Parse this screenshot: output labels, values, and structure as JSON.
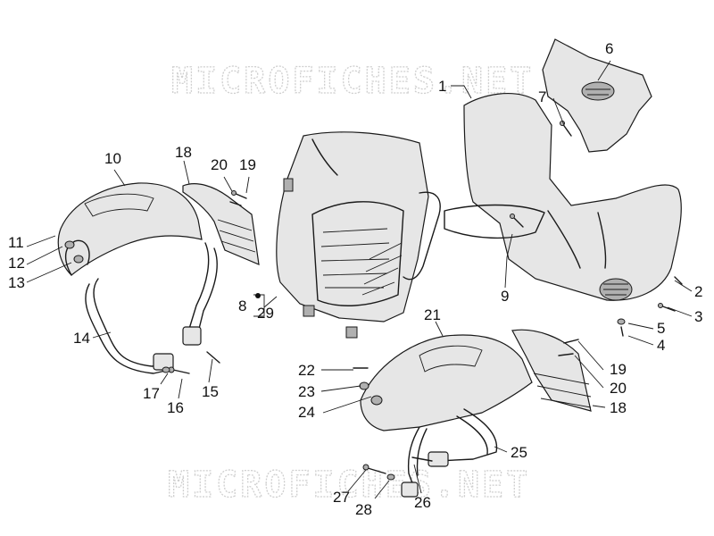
{
  "watermark": {
    "text": "MICROFICHES.NET"
  },
  "callouts": {
    "c1": "1",
    "c2": "2",
    "c3": "3",
    "c4": "4",
    "c5": "5",
    "c6": "6",
    "c7": "7",
    "c8": "8",
    "c9": "9",
    "c10": "10",
    "c11": "11",
    "c12": "12",
    "c13": "13",
    "c14": "14",
    "c15": "15",
    "c16": "16",
    "c17": "17",
    "c18a": "18",
    "c18b": "18",
    "c19a": "19",
    "c19b": "19",
    "c20a": "20",
    "c20b": "20",
    "c21": "21",
    "c22": "22",
    "c23": "23",
    "c24": "24",
    "c25": "25",
    "c26": "26",
    "c27": "27",
    "c28": "28",
    "c29": "29"
  }
}
